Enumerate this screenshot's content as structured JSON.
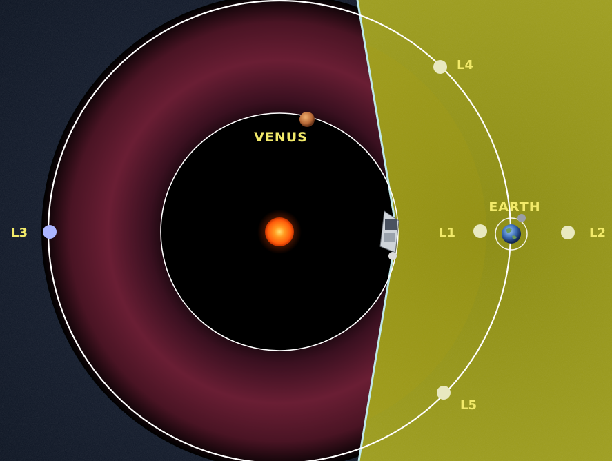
{
  "labels": {
    "venus": "VENUS",
    "earth": "EARTH",
    "l1": "L1",
    "l2": "L2",
    "l3": "L3",
    "l4": "L4",
    "l5": "L5"
  },
  "colors": {
    "background_left": "#0c1626",
    "dust_ring": "#6a1e34",
    "inner_disk": "#000000",
    "yellow_region": "#9a9a18",
    "orbit_line": "#ffffff",
    "terminator_line": "#bfe8ea",
    "label_text": "#f2ea6a",
    "sun": "#ff6a10",
    "venus_planet": "#c07040",
    "earth_planet": "#3a6ab0",
    "l3_point": "#aab4ff",
    "lagrange_point": "#e8e8c0"
  },
  "icons": {
    "sun": "sun-icon",
    "venus": "venus-planet-icon",
    "earth": "earth-planet-icon",
    "moon": "moon-icon",
    "spacecraft": "spacecraft-icon"
  }
}
